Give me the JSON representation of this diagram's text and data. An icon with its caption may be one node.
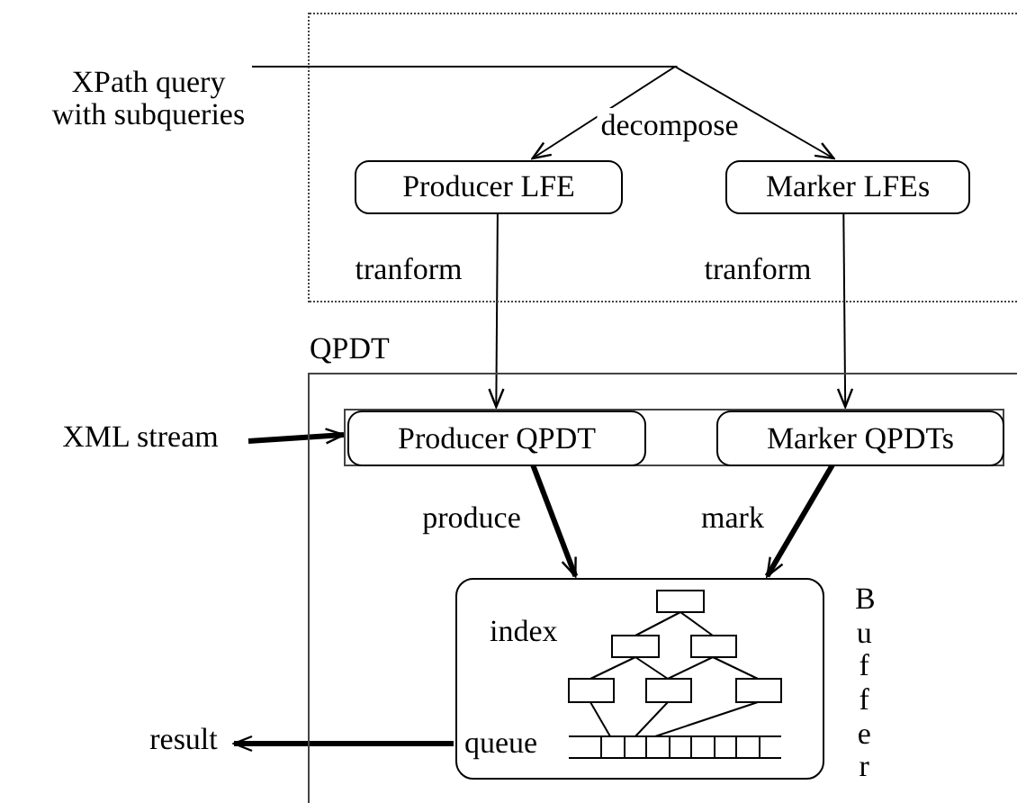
{
  "diagram": {
    "nodes": [
      {
        "text": [],
        "shape": "box"
      },
      {
        "text": [
          "XPath query with subqueries"
        ]
      },
      {
        "text": [
          "Producer LFE"
        ],
        "in": 0
      },
      {
        "text": [
          "Marker LFEs"
        ],
        "in": 0
      },
      {
        "text": [
          "QPDT"
        ]
      },
      {
        "text": [],
        "shape": "box",
        "in": 4
      },
      {
        "text": [
          "Producer QPDT"
        ],
        "in": 5
      },
      {
        "text": [
          "Marker QPDTs"
        ],
        "in": 5
      },
      {
        "text": [
          "index",
          "queue"
        ],
        "beside": [
          "Buffer"
        ],
        "in": 4
      },
      {
        "text": [
          "XML stream"
        ]
      },
      {
        "text": [
          "result"
        ]
      }
    ],
    "edges": [
      {
        "from": 1,
        "to": 2,
        "arrow": "to",
        "label": "decompose"
      },
      {
        "from": 1,
        "to": 3,
        "arrow": "to"
      },
      {
        "from": 2,
        "to": 6,
        "arrow": "to",
        "label": "tranform"
      },
      {
        "from": 3,
        "to": 7,
        "arrow": "to",
        "label": "tranform"
      },
      {
        "from": 9,
        "to": 6,
        "arrow": "to",
        "style": "thick"
      },
      {
        "from": 6,
        "to": 8,
        "arrow": "to",
        "label": "produce",
        "style": "thick"
      },
      {
        "from": 7,
        "to": 8,
        "arrow": "to",
        "label": "mark",
        "style": "thick"
      },
      {
        "from": 8,
        "to": 10,
        "arrow": "to",
        "style": "thick"
      }
    ]
  }
}
